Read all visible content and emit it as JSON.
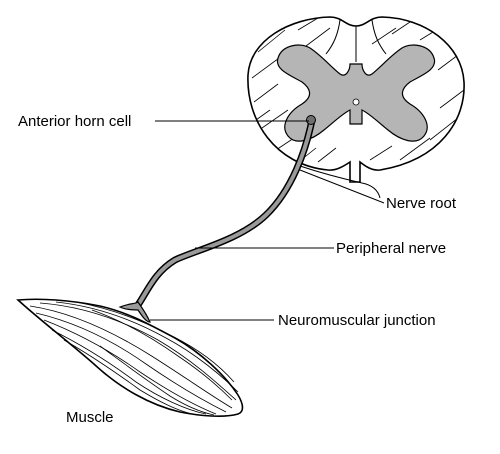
{
  "labels": {
    "anterior_horn_cell": "Anterior horn cell",
    "nerve_root": "Nerve root",
    "peripheral_nerve": "Peripheral nerve",
    "neuromuscular_junction": "Neuromuscular junction",
    "muscle": "Muscle"
  },
  "colors": {
    "gray_matter": "#b5b5b5",
    "outline": "#000000",
    "background": "#ffffff"
  }
}
